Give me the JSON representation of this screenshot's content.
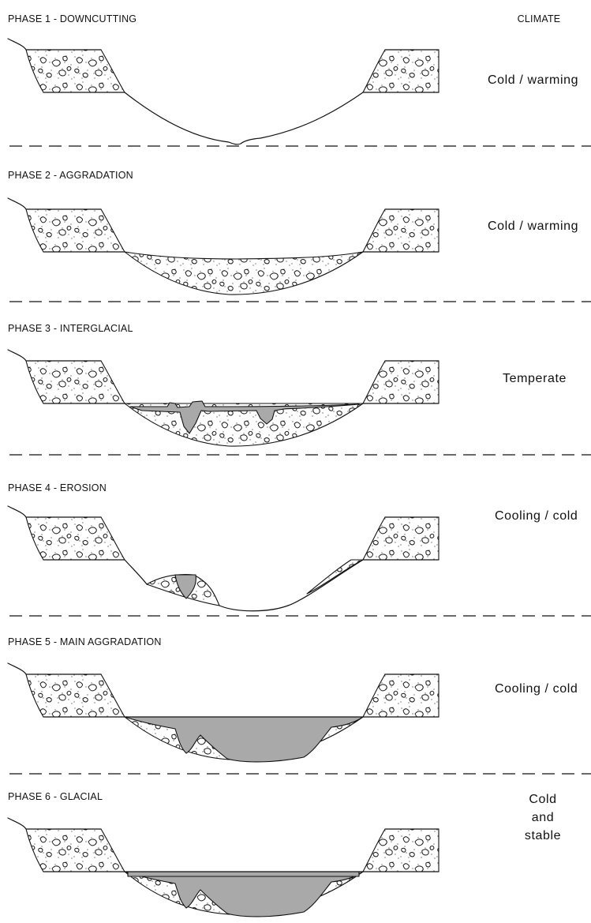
{
  "climate_header": "CLIMATE",
  "phases": [
    {
      "title": "PHASE 1 - DOWNCUTTING",
      "climate": [
        "Cold / warming"
      ]
    },
    {
      "title": "PHASE 2 - AGGRADATION",
      "climate": [
        "Cold / warming"
      ]
    },
    {
      "title": "PHASE 3 - INTERGLACIAL",
      "climate": [
        "Temperate"
      ]
    },
    {
      "title": "PHASE 4 - EROSION",
      "climate": [
        "Cooling / cold"
      ]
    },
    {
      "title": "PHASE 5 - MAIN AGGRADATION",
      "climate": [
        "Cooling / cold"
      ]
    },
    {
      "title": "PHASE 6 - GLACIAL",
      "climate": [
        "Cold",
        "and",
        "stable"
      ]
    }
  ]
}
